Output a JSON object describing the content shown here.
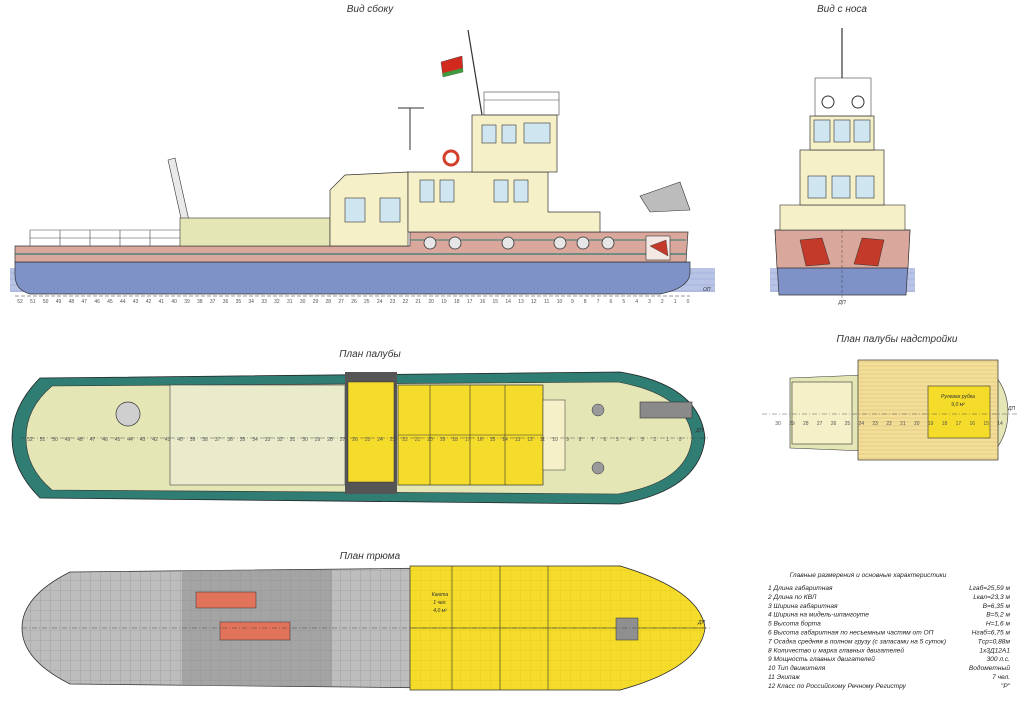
{
  "titles": {
    "side_view": "Вид сбоку",
    "bow_view": "Вид с носа",
    "deck_plan": "План палубы",
    "super_plan": "План палубы надстройки",
    "hold_plan": "План трюма"
  },
  "marks": {
    "dp": "ДП",
    "op": "ОП",
    "radio_room": "Рулевая рубка",
    "radio_area": "9,0 м²",
    "cabin": "Каюта",
    "cabin_persons": "1 чел.",
    "cabin_area": "4,0 м²"
  },
  "frames_side": [
    "52",
    "51",
    "50",
    "49",
    "48",
    "47",
    "46",
    "45",
    "44",
    "43",
    "42",
    "41",
    "40",
    "39",
    "38",
    "37",
    "36",
    "35",
    "34",
    "33",
    "32",
    "31",
    "30",
    "29",
    "28",
    "27",
    "26",
    "25",
    "24",
    "23",
    "22",
    "21",
    "20",
    "19",
    "18",
    "17",
    "16",
    "15",
    "14",
    "13",
    "12",
    "11",
    "10",
    "9",
    "8",
    "7",
    "6",
    "5",
    "4",
    "3",
    "2",
    "1",
    "0"
  ],
  "frames_super": [
    "30",
    "29",
    "28",
    "27",
    "26",
    "25",
    "24",
    "23",
    "22",
    "21",
    "20",
    "19",
    "18",
    "17",
    "16",
    "15",
    "14"
  ],
  "specs": {
    "title": "Главные размерения и основные характеристики",
    "rows": [
      {
        "label": "1 Длина габаритная",
        "value": "Lгаб=25,59 м"
      },
      {
        "label": "2 Длина по КВЛ",
        "value": "Lквл=23,3 м"
      },
      {
        "label": "3 Ширина габаритная",
        "value": "B=6,35 м"
      },
      {
        "label": "4 Ширина на мидель-шпангоуте",
        "value": "B=5,2 м"
      },
      {
        "label": "5 Высота борта",
        "value": "H=1,6 м"
      },
      {
        "label": "6 Высота габаритная по несъемным частям от ОП",
        "value": "Hгаб=6,75 м"
      },
      {
        "label": "7 Осадка средняя в полном грузу (с запасами на 5 суток)",
        "value": "Tср=0,88м"
      },
      {
        "label": "8 Количество и марка главных двигателей",
        "value": "1х3Д12А1"
      },
      {
        "label": "9 Мощность главных двигателей",
        "value": "300 л.с."
      },
      {
        "label": "10 Тип движителя",
        "value": "Водометный"
      },
      {
        "label": "11 Экипаж",
        "value": "7 чел."
      },
      {
        "label": "12 Класс по Российскому Речному Регистру",
        "value": "\"Р\""
      }
    ]
  },
  "colors": {
    "hull_pink": "#d9a79b",
    "hull_blue": "#7e92c8",
    "deck_green": "#e4e6b6",
    "cabin_yellow": "#f5dc2a",
    "bulwark_teal": "#2f7d73",
    "super_cream": "#f6f0c8",
    "hold_gray": "#a9a9a9",
    "engine_red": "#e2735b",
    "water_blue": "#a9b6de"
  }
}
